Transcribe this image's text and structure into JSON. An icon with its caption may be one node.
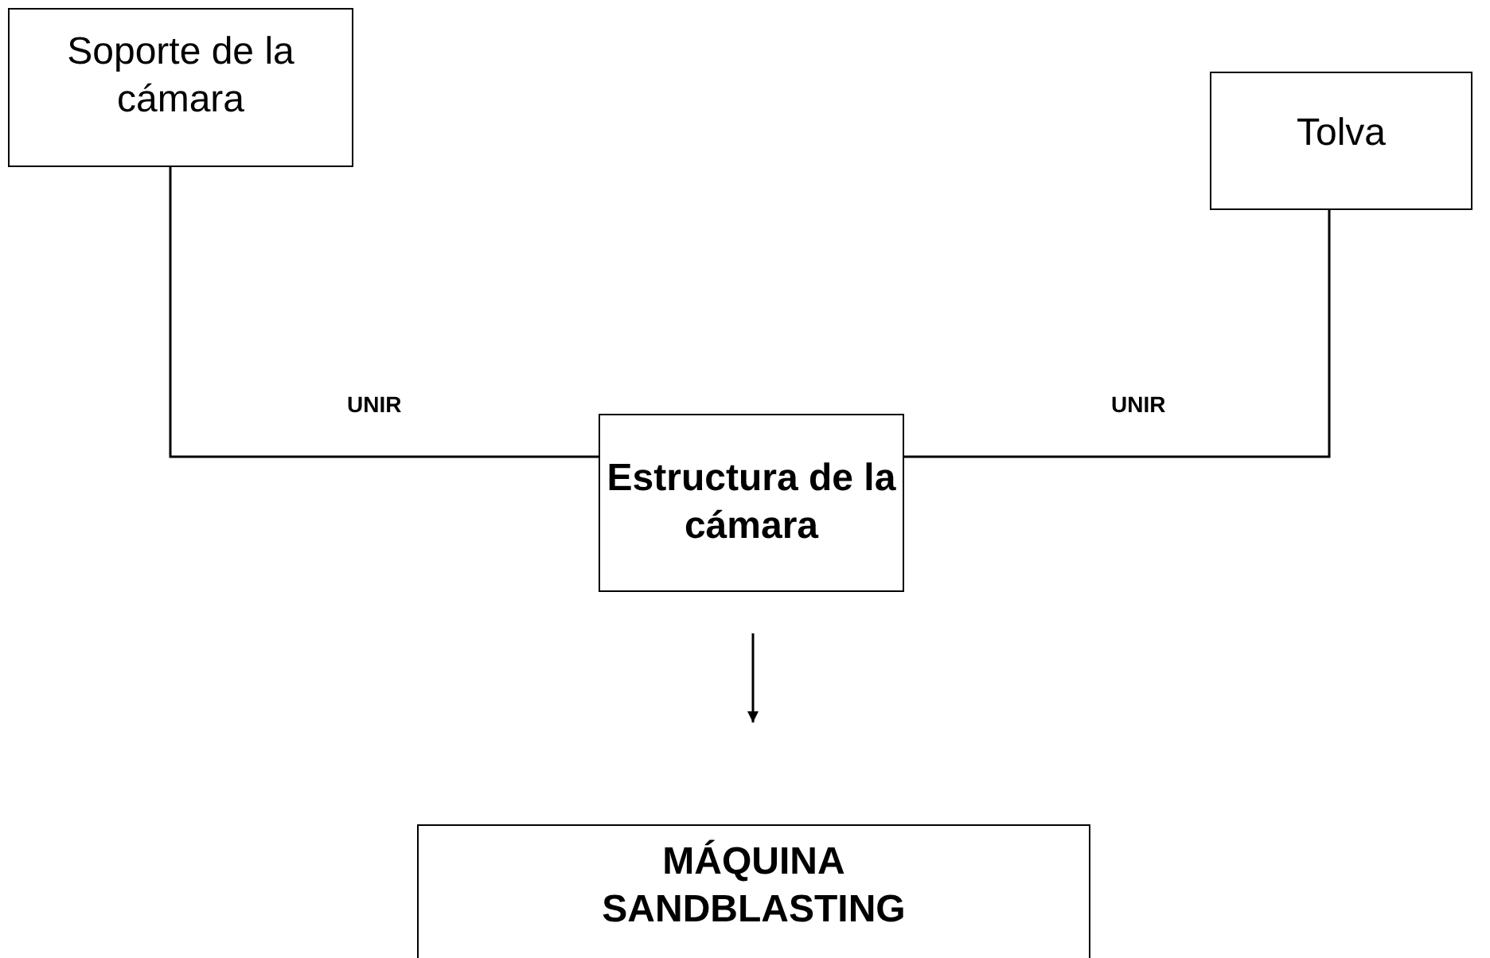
{
  "diagram": {
    "nodes": [
      {
        "text": [
          "Soporte de la cámara"
        ]
      },
      {
        "text": [
          "Tolva"
        ]
      },
      {
        "text": [
          "Estructura de la cámara"
        ]
      },
      {
        "text": [
          "MÁQUINA SANDBLASTING"
        ]
      }
    ],
    "edges": [
      {
        "from": 0,
        "to": 2,
        "arrow": "none",
        "label": "UNIR"
      },
      {
        "from": 1,
        "to": 2,
        "arrow": "none",
        "label": "UNIR"
      },
      {
        "from": 2,
        "to": 3,
        "arrow": "to"
      }
    ]
  }
}
